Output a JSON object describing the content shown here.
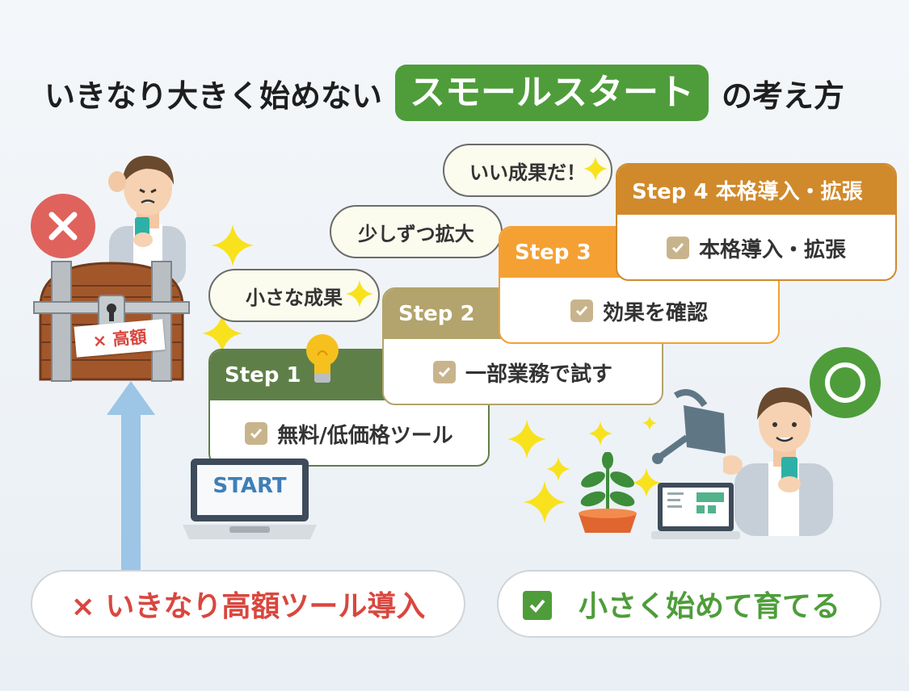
{
  "title": {
    "part1": "いきなり大きく始めない",
    "highlight": "スモールスタート",
    "part2": "の考え方"
  },
  "colors": {
    "green": "#4e9d3a",
    "red": "#d9473f",
    "step1": "#5f7f48",
    "step2": "#b3a36c",
    "step3": "#f5a033",
    "step4": "#d08a2c"
  },
  "chest_tag": "× 高額",
  "bubbles": {
    "b1": "小さな成果",
    "b2": "少しずつ拡大",
    "b3": "いい成果だ！"
  },
  "steps": [
    {
      "label": "Step 1",
      "item": "無料/低価格ツール"
    },
    {
      "label": "Step 2",
      "item": "一部業務で試す"
    },
    {
      "label": "Step 3",
      "item": "効果を確認"
    },
    {
      "label": "Step 4 本格導入・拡張",
      "item": "本格導入・拡張"
    }
  ],
  "laptop_screen": "START",
  "bottom": {
    "bad": "× いきなり高額ツール導入",
    "good": "小さく始めて育てる"
  },
  "icons": {
    "bad_marker": "cross-circle-icon",
    "good_marker": "circle-ok-icon"
  }
}
